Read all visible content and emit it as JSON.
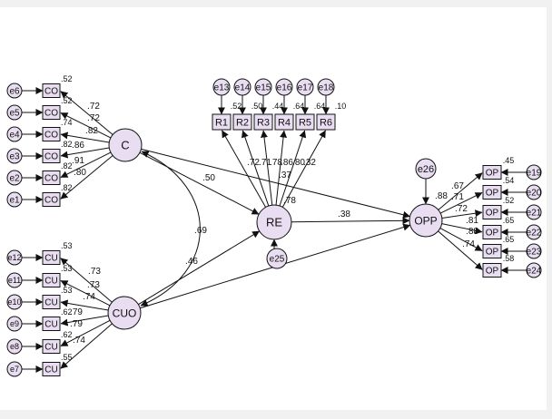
{
  "colors": {
    "node_fill": "#e9def1",
    "stroke": "#111111",
    "background": "#ffffff"
  },
  "latent": {
    "c": "C",
    "cuo": "CUO",
    "re": "RE",
    "opp": "OPP"
  },
  "indicators": {
    "co": [
      "CO",
      "CO",
      "CO",
      "CO",
      "CO",
      "CO"
    ],
    "cu": [
      "CU",
      "CU",
      "CU",
      "CU",
      "CU",
      "CU"
    ],
    "r": [
      "R1",
      "R2",
      "R3",
      "R4",
      "R5",
      "R6"
    ],
    "op": [
      "OP",
      "OP",
      "OP",
      "OP",
      "OP",
      "OP"
    ]
  },
  "errors": {
    "co": [
      "e6",
      "e5",
      "e4",
      "e3",
      "e2",
      "e1"
    ],
    "cu": [
      "e12",
      "e11",
      "e10",
      "e9",
      "e8",
      "e7"
    ],
    "r": [
      "e13",
      "e14",
      "e15",
      "e16",
      "e17",
      "e18"
    ],
    "op": [
      "e19",
      "e20",
      "e21",
      "e22",
      "e23",
      "e24"
    ],
    "re": "e25",
    "opp": "e26"
  },
  "estimates": {
    "co_loadings": [
      ".72",
      ".72",
      ".82",
      ".86",
      ".91",
      ".80"
    ],
    "co_r2": [
      ".52",
      ".52",
      ".74",
      ".82",
      ".82",
      ".82"
    ],
    "cu_loadings": [
      ".73",
      ".73",
      ".74",
      ".79",
      ".79",
      ".74"
    ],
    "cu_r2": [
      ".53",
      ".53",
      ".53",
      ".62",
      ".62",
      ".55"
    ],
    "r_loadings": [
      ".72",
      ".71",
      ".78",
      ".86",
      ".80",
      ".32"
    ],
    "r_r2": [
      ".52",
      ".50",
      ".44",
      ".64",
      ".64",
      ".10"
    ],
    "r_extra": ".37",
    "op_loadings": [
      ".67",
      ".71",
      ".72",
      ".81",
      ".88",
      ".74"
    ],
    "op_r2": [
      ".45",
      ".54",
      ".52",
      ".65",
      ".65",
      ".58"
    ],
    "re_r2": ".78",
    "opp_r2": ".88",
    "paths": {
      "c_re": ".50",
      "cuo_re": ".46",
      "re_opp": ".38",
      "c_cuo": ".69"
    }
  }
}
